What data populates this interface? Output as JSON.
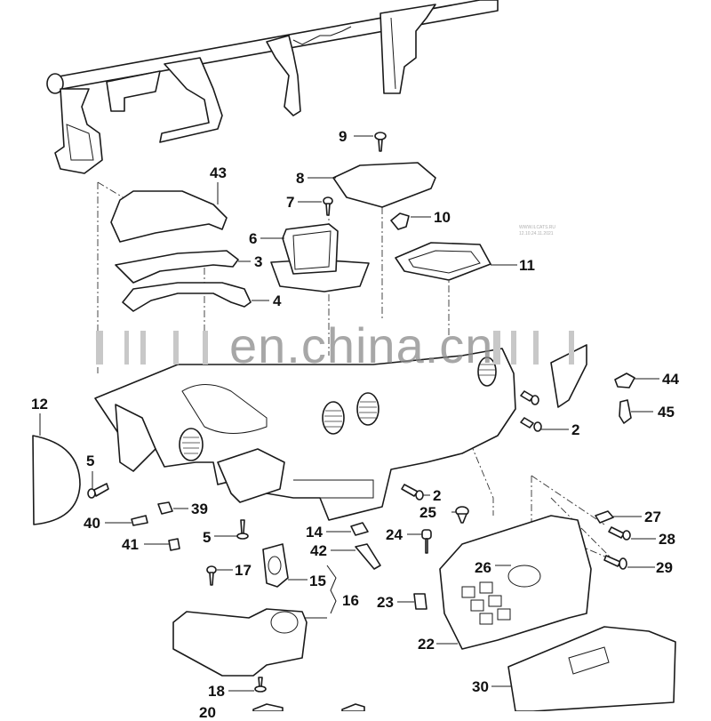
{
  "diagram": {
    "type": "exploded-parts-diagram",
    "subject": "instrument panel / dashboard assembly",
    "watermark": "en.china.cn",
    "stamp": {
      "line1": "WWW.ILCATS.RU",
      "line2": "12.10.24.11.2021"
    },
    "callouts": [
      {
        "id": "9",
        "label": "9"
      },
      {
        "id": "8",
        "label": "8"
      },
      {
        "id": "43",
        "label": "43"
      },
      {
        "id": "7",
        "label": "7"
      },
      {
        "id": "10",
        "label": "10"
      },
      {
        "id": "6",
        "label": "6"
      },
      {
        "id": "3",
        "label": "3"
      },
      {
        "id": "11",
        "label": "11"
      },
      {
        "id": "4",
        "label": "4"
      },
      {
        "id": "44",
        "label": "44"
      },
      {
        "id": "45",
        "label": "45"
      },
      {
        "id": "12",
        "label": "12"
      },
      {
        "id": "2a",
        "label": "2"
      },
      {
        "id": "5a",
        "label": "5"
      },
      {
        "id": "2b",
        "label": "2"
      },
      {
        "id": "39",
        "label": "39"
      },
      {
        "id": "25",
        "label": "25"
      },
      {
        "id": "40",
        "label": "40"
      },
      {
        "id": "27",
        "label": "27"
      },
      {
        "id": "14",
        "label": "14"
      },
      {
        "id": "5b",
        "label": "5"
      },
      {
        "id": "24",
        "label": "24"
      },
      {
        "id": "28",
        "label": "28"
      },
      {
        "id": "41",
        "label": "41"
      },
      {
        "id": "42",
        "label": "42"
      },
      {
        "id": "26",
        "label": "26"
      },
      {
        "id": "29",
        "label": "29"
      },
      {
        "id": "17",
        "label": "17"
      },
      {
        "id": "15",
        "label": "15"
      },
      {
        "id": "16",
        "label": "16"
      },
      {
        "id": "23",
        "label": "23"
      },
      {
        "id": "22",
        "label": "22"
      },
      {
        "id": "30",
        "label": "30"
      },
      {
        "id": "18",
        "label": "18"
      },
      {
        "id": "20",
        "label": "20"
      }
    ]
  }
}
